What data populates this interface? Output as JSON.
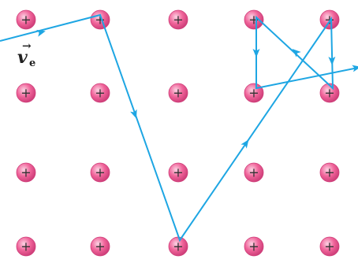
{
  "colors": {
    "path": "#1ea6e3",
    "ion_fill": "#f0649a",
    "ion_highlight": "#fbd3e3",
    "ion_edge": "#cf3f7a",
    "text": "#222222"
  },
  "icons": {
    "ion": "positive-ion-icon",
    "arrow": "arrowhead-icon"
  },
  "ion_symbol": "+",
  "velocity_label": {
    "base": "v",
    "subscript": "e",
    "arrow": "→"
  },
  "lattice": {
    "rows": 4,
    "columns": 5
  }
}
